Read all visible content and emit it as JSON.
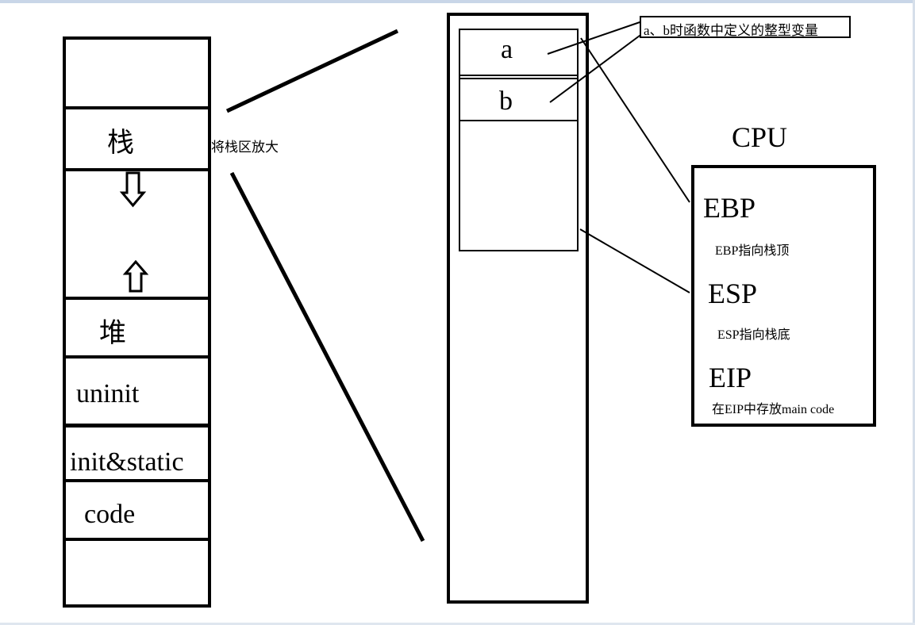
{
  "memory": {
    "stack": "栈",
    "heap": "堆",
    "uninit": "uninit",
    "init_static": "init&static",
    "code": "code"
  },
  "zoom_note": "将栈区放大",
  "stack_zoom": {
    "var_a": "a",
    "var_b": "b"
  },
  "callout": "a、b时函数中定义的整型变量",
  "cpu": {
    "title": "CPU",
    "ebp": "EBP",
    "ebp_desc": "EBP指向栈顶",
    "esp": "ESP",
    "esp_desc": "ESP指向栈底",
    "eip": "EIP",
    "eip_desc": "在EIP中存放main code"
  }
}
